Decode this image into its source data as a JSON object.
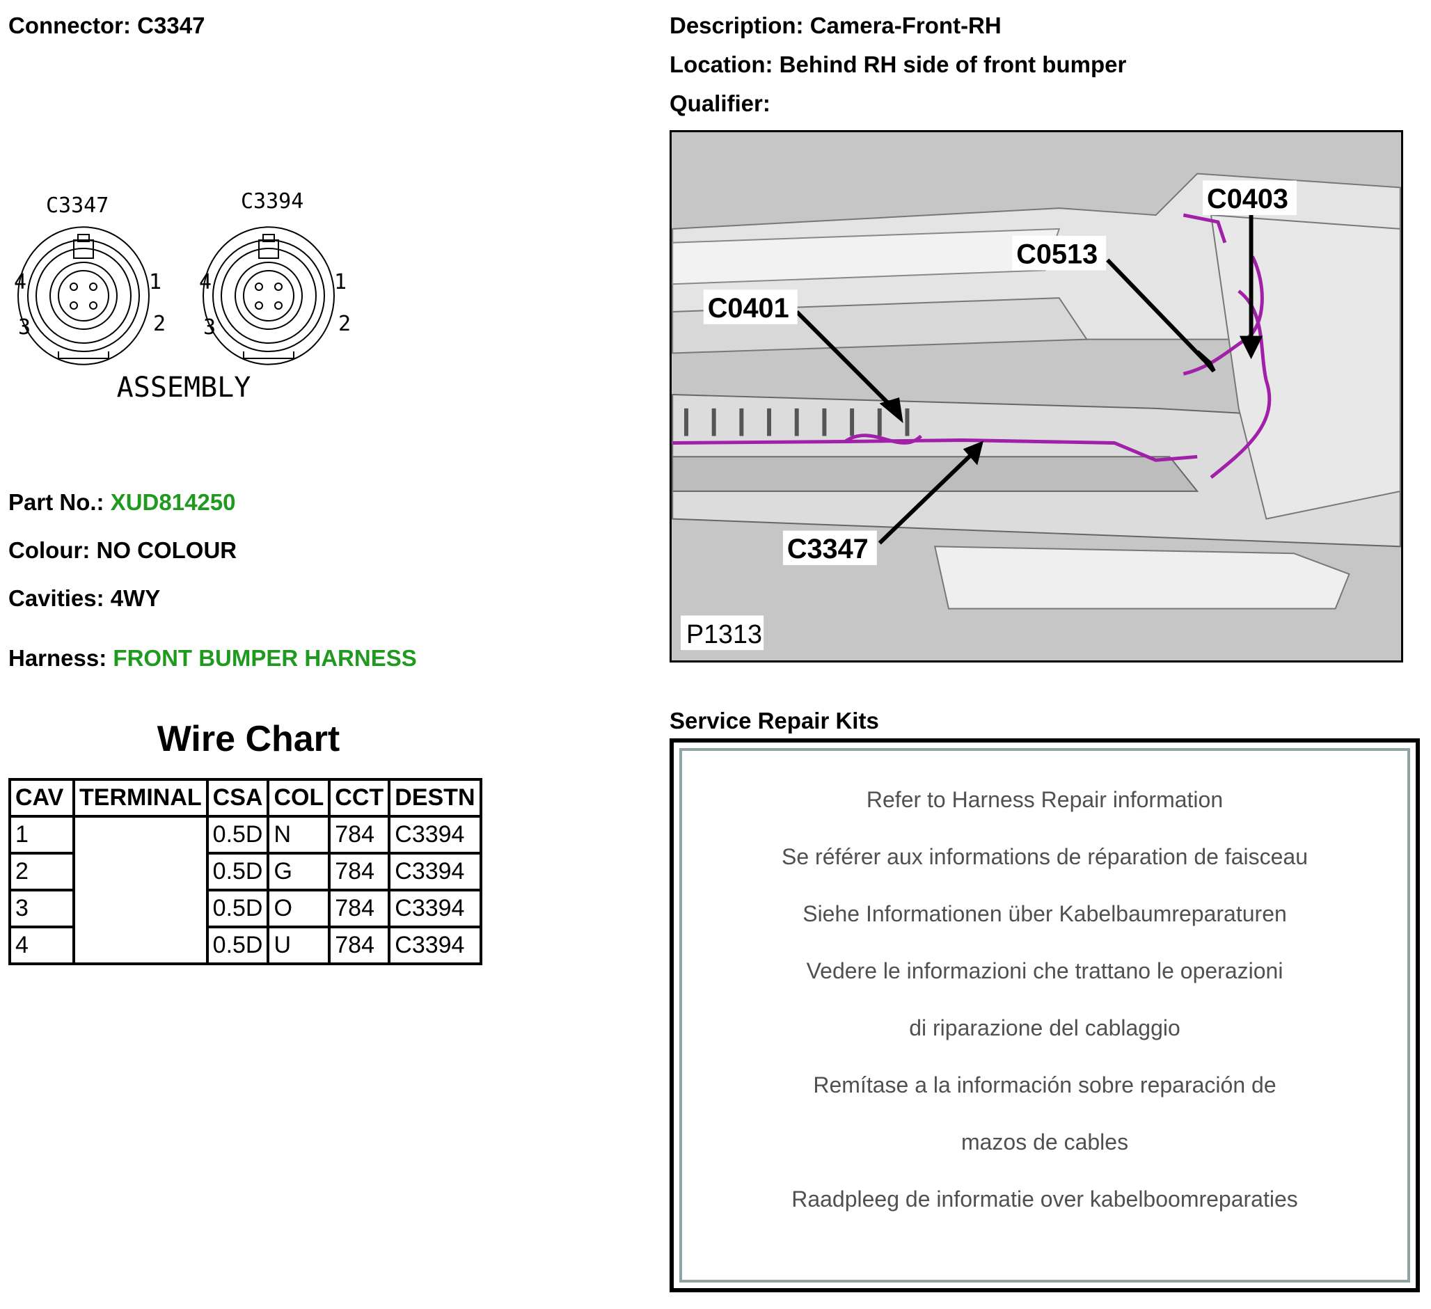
{
  "connector": {
    "label": "Connector:",
    "value": "C3347"
  },
  "description": {
    "label": "Description:",
    "value": "Camera-Front-RH"
  },
  "location": {
    "label": "Location:",
    "value": "Behind RH side of front bumper"
  },
  "qualifier": {
    "label": "Qualifier:",
    "value": ""
  },
  "drawing": {
    "left_id": "C3347",
    "right_id": "C3394",
    "pins": [
      "1",
      "2",
      "3",
      "4"
    ],
    "caption": "ASSEMBLY"
  },
  "part_no": {
    "label": "Part No.:",
    "value": "XUD814250"
  },
  "colour": {
    "label": "Colour:",
    "value": "NO COLOUR"
  },
  "cavities": {
    "label": "Cavities:",
    "value": "4WY"
  },
  "harness": {
    "label": "Harness:",
    "value": "FRONT BUMPER HARNESS"
  },
  "wire_chart": {
    "title": "Wire Chart",
    "headers": [
      "CAV",
      "TERMINAL",
      "CSA",
      "COL",
      "CCT",
      "DESTN"
    ],
    "rows": [
      [
        "1",
        "",
        "0.5D",
        "N",
        "784",
        "C3394"
      ],
      [
        "2",
        "",
        "0.5D",
        "G",
        "784",
        "C3394"
      ],
      [
        "3",
        "",
        "0.5D",
        "O",
        "784",
        "C3394"
      ],
      [
        "4",
        "",
        "0.5D",
        "U",
        "784",
        "C3394"
      ]
    ]
  },
  "figure": {
    "callouts": [
      "C0403",
      "C0513",
      "C0401",
      "C3347"
    ],
    "plate_id": "P1313",
    "wire_color": "#a020a8"
  },
  "service_repair": {
    "title": "Service Repair Kits",
    "lines": [
      "Refer to Harness Repair information",
      "Se référer aux informations de réparation de faisceau",
      "Siehe Informationen über Kabelbaumreparaturen",
      "Vedere le informazioni che trattano le operazioni",
      "di riparazione del cablaggio",
      "Remítase a la información sobre reparación de",
      "mazos de cables",
      "Raadpleeg de informatie over kabelboomreparaties"
    ]
  },
  "colors": {
    "accent_green": "#1f9a1f",
    "repair_text": "#505050"
  }
}
